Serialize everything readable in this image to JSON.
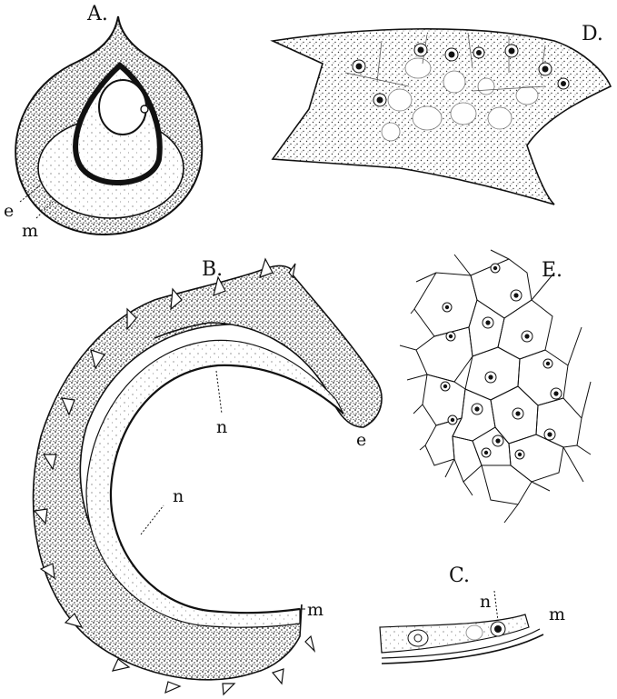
{
  "figures": {
    "A": {
      "title": "A.",
      "labels": {
        "e": "e",
        "m": "m"
      }
    },
    "B": {
      "title": "B.",
      "labels": {
        "n_upper": "n",
        "n_lower": "n",
        "e": "e",
        "m": "m"
      }
    },
    "C": {
      "title": "C.",
      "labels": {
        "n": "n",
        "m": "m"
      }
    },
    "D": {
      "title": "D."
    },
    "E": {
      "title": "E."
    }
  },
  "colors": {
    "ink": "#111111",
    "paper": "#ffffff",
    "stipple": "#555555"
  }
}
